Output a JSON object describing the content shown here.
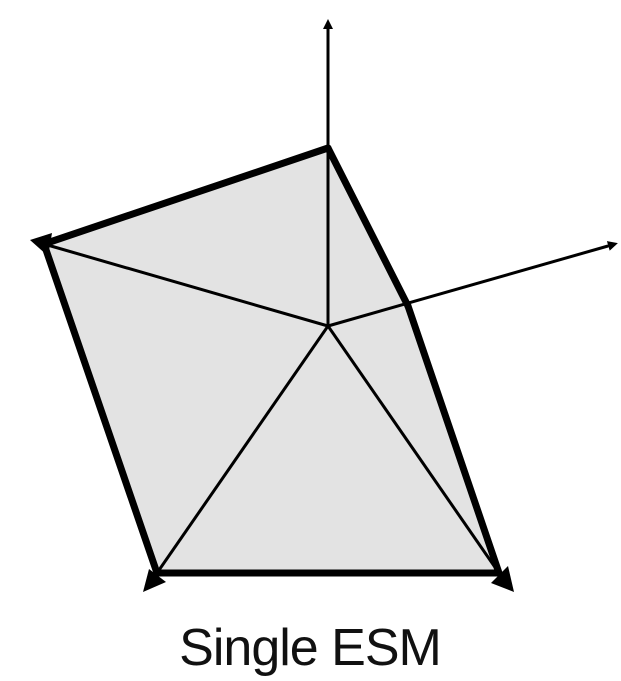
{
  "diagram": {
    "caption": "Single ESM",
    "fill_color": "#e3e3e3",
    "stroke_color": "#000000",
    "center_label": "",
    "vertices": [
      "top",
      "left",
      "right-mid",
      "bottom-left",
      "bottom-right"
    ],
    "axes": [
      "up",
      "right"
    ]
  }
}
